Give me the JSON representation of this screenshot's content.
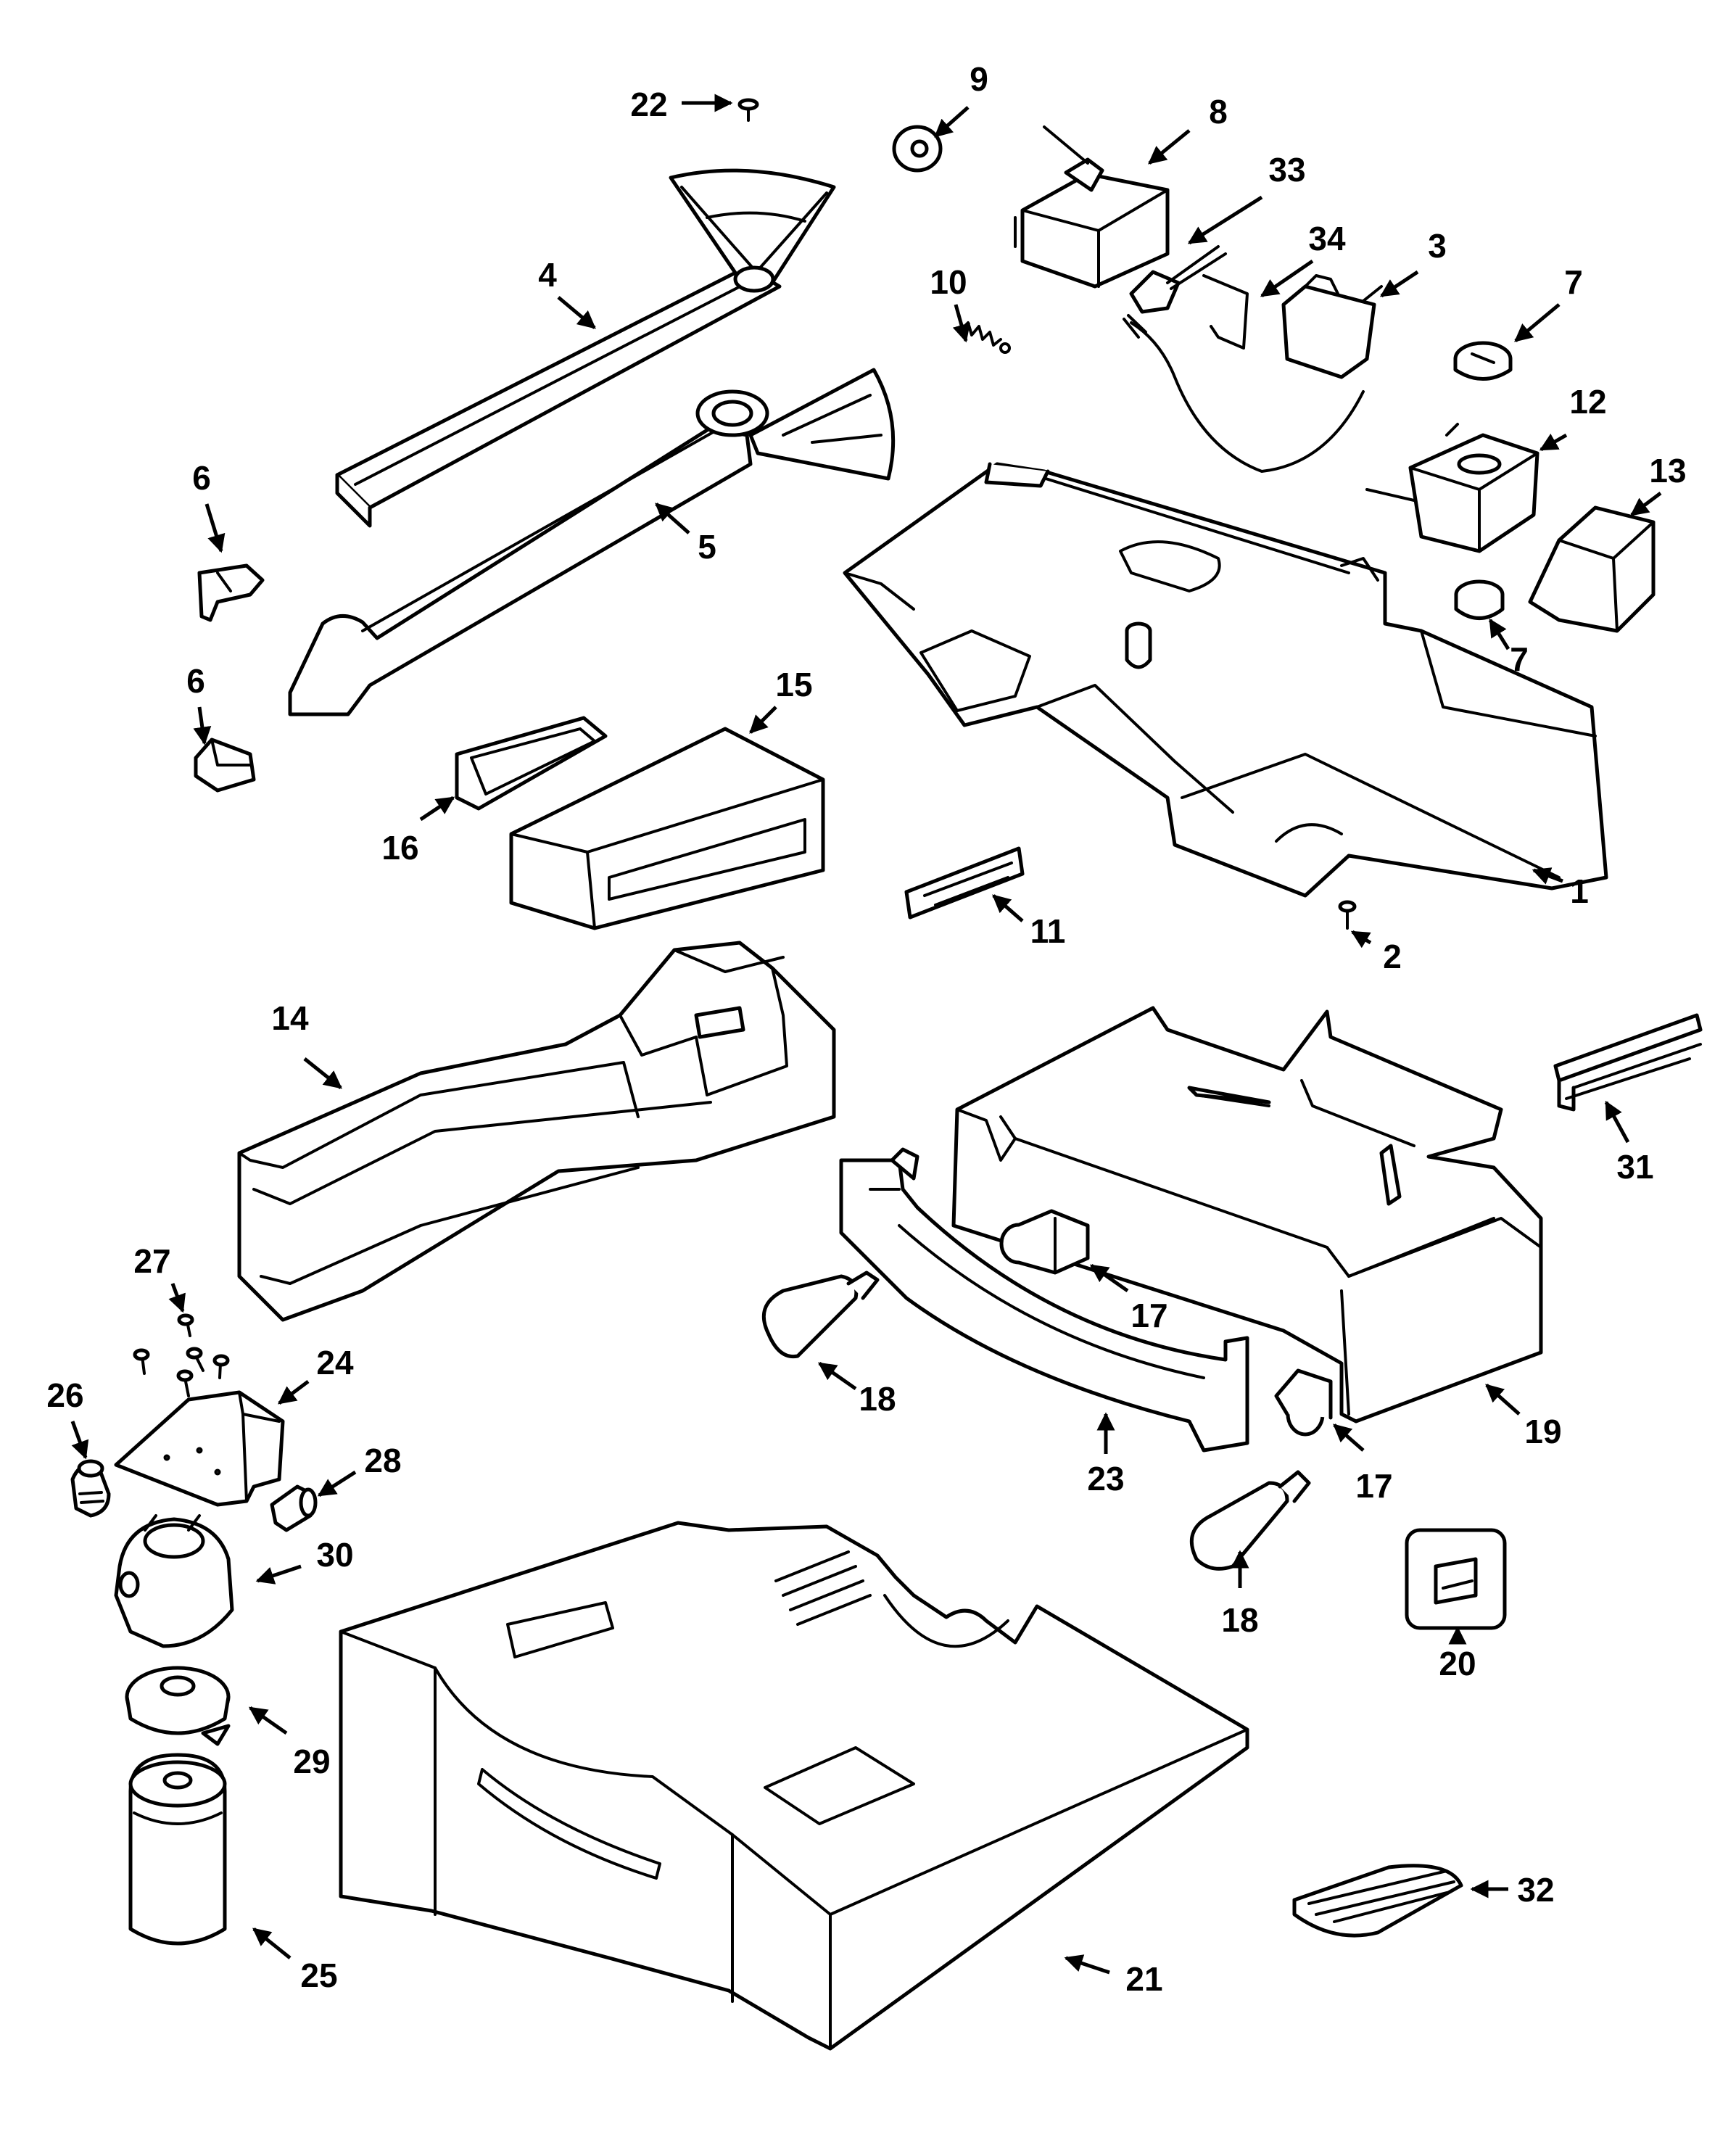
{
  "diagram": {
    "type": "exploded-parts-view",
    "callouts": [
      {
        "id": "c1",
        "label": "1"
      },
      {
        "id": "c2",
        "label": "2"
      },
      {
        "id": "c3",
        "label": "3"
      },
      {
        "id": "c4",
        "label": "4"
      },
      {
        "id": "c5",
        "label": "5"
      },
      {
        "id": "c6a",
        "label": "6"
      },
      {
        "id": "c6b",
        "label": "6"
      },
      {
        "id": "c7a",
        "label": "7"
      },
      {
        "id": "c7b",
        "label": "7"
      },
      {
        "id": "c8",
        "label": "8"
      },
      {
        "id": "c9",
        "label": "9"
      },
      {
        "id": "c10",
        "label": "10"
      },
      {
        "id": "c11",
        "label": "11"
      },
      {
        "id": "c12",
        "label": "12"
      },
      {
        "id": "c13",
        "label": "13"
      },
      {
        "id": "c14",
        "label": "14"
      },
      {
        "id": "c15",
        "label": "15"
      },
      {
        "id": "c16",
        "label": "16"
      },
      {
        "id": "c17a",
        "label": "17"
      },
      {
        "id": "c17b",
        "label": "17"
      },
      {
        "id": "c18a",
        "label": "18"
      },
      {
        "id": "c18b",
        "label": "18"
      },
      {
        "id": "c19",
        "label": "19"
      },
      {
        "id": "c20",
        "label": "20"
      },
      {
        "id": "c21",
        "label": "21"
      },
      {
        "id": "c22",
        "label": "22"
      },
      {
        "id": "c23",
        "label": "23"
      },
      {
        "id": "c24",
        "label": "24"
      },
      {
        "id": "c25",
        "label": "25"
      },
      {
        "id": "c26",
        "label": "26"
      },
      {
        "id": "c27",
        "label": "27"
      },
      {
        "id": "c28",
        "label": "28"
      },
      {
        "id": "c29",
        "label": "29"
      },
      {
        "id": "c30",
        "label": "30"
      },
      {
        "id": "c31",
        "label": "31"
      },
      {
        "id": "c32",
        "label": "32"
      },
      {
        "id": "c33",
        "label": "33"
      },
      {
        "id": "c34",
        "label": "34"
      }
    ]
  }
}
